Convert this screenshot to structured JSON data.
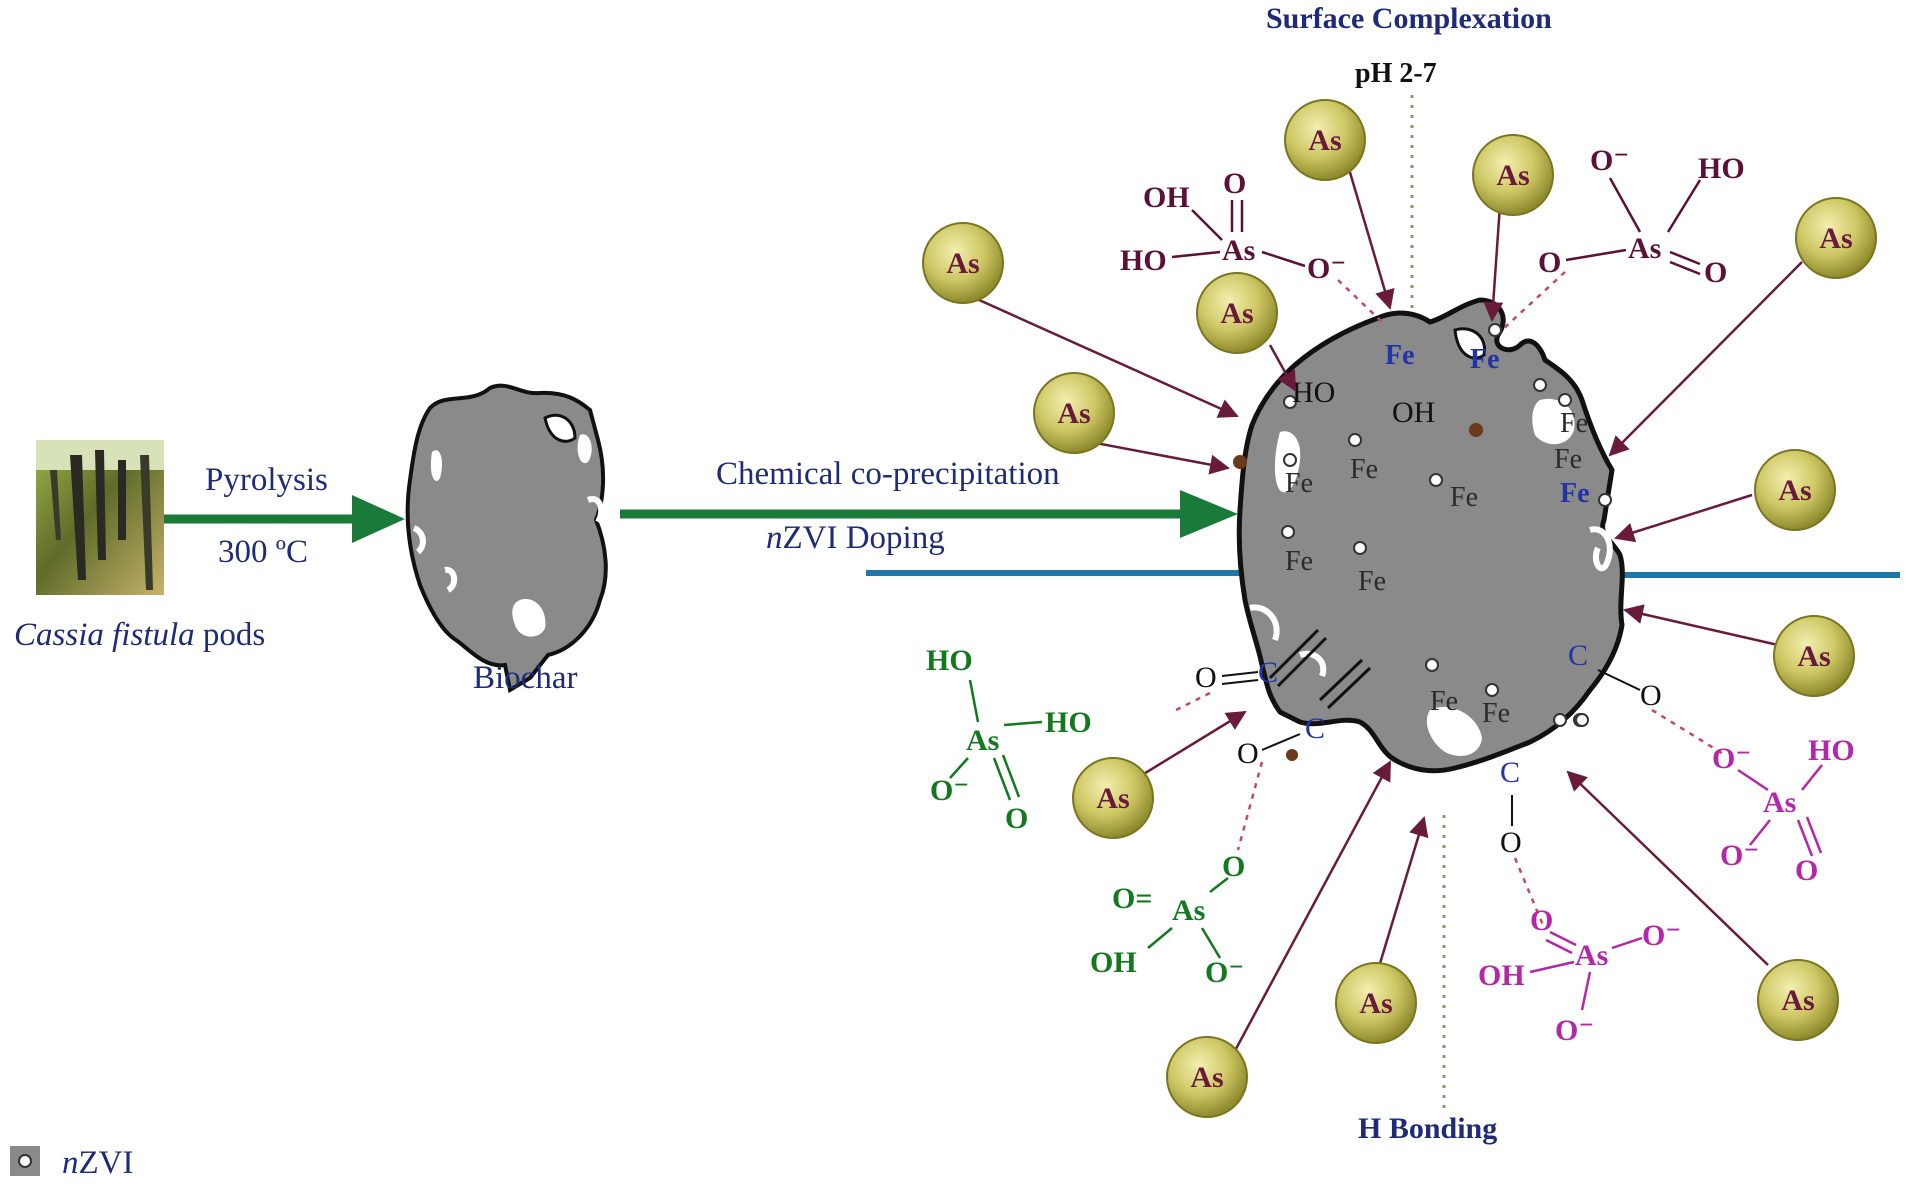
{
  "labels": {
    "surface_complexation": "Surface Complexation",
    "ph_range": "pH 2-7",
    "h_bonding": "H Bonding",
    "pyrolysis": "Pyrolysis",
    "temperature": "300 ºC",
    "source_italic": "Cassia fistula",
    "source_rest": " pods",
    "biochar": "Biochar",
    "process": "Chemical co-precipitation",
    "doping_italic": "n",
    "doping_rest": "ZVI Doping",
    "legend_italic": "n",
    "legend_rest": "ZVI"
  },
  "as_particle_label": "As",
  "fe_label": "Fe",
  "groups": {
    "ho": "HO",
    "oh": "OH",
    "c": "C",
    "o": "O",
    "o_minus": "O⁻",
    "oh_minus": "OH",
    "c_double": "C₌"
  },
  "molecules": {
    "top_left": {
      "oh": "OH",
      "o": "O",
      "ho": "HO",
      "as": "As",
      "o_minus": "O⁻"
    },
    "top_right": {
      "o_minus": "O⁻",
      "ho": "HO",
      "o": "O",
      "as": "As",
      "o2": "O"
    },
    "left_green": {
      "ho1": "HO",
      "as": "As",
      "ho2": "HO",
      "o_minus": "O⁻",
      "o": "O"
    },
    "bottom_green": {
      "o_eq": "O=",
      "as": "As",
      "o": "O",
      "oh": "OH",
      "o_minus": "O⁻"
    },
    "bottom_magenta": {
      "o": "O",
      "as": "As",
      "o_minus": "O⁻",
      "oh": "OH",
      "o_minus2": "O⁻"
    },
    "right_magenta": {
      "o_minus": "O⁻",
      "ho": "HO",
      "as": "As",
      "o_minus2": "O⁻",
      "o": "O"
    }
  },
  "colors": {
    "arrow_green": "#1a7a3a",
    "particle_arrow": "#6a1a3a",
    "surface_line": "#1f78a8",
    "biochar_fill": "#8a8a8a",
    "as_particle": "#c8c25a"
  }
}
